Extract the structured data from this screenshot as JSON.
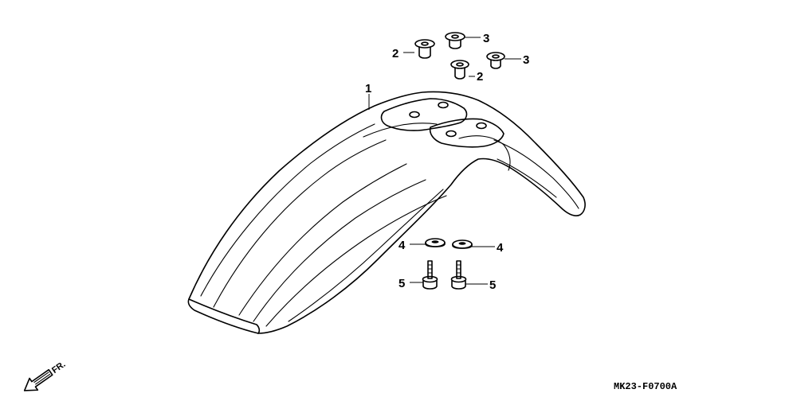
{
  "callouts": {
    "c1": "1",
    "c2a": "2",
    "c2b": "2",
    "c3a": "3",
    "c3b": "3",
    "c4a": "4",
    "c4b": "4",
    "c5a": "5",
    "c5b": "5"
  },
  "front_label": "FR.",
  "diagram_code": "MK23-F0700A",
  "colors": {
    "line": "#000000",
    "background": "#ffffff"
  }
}
